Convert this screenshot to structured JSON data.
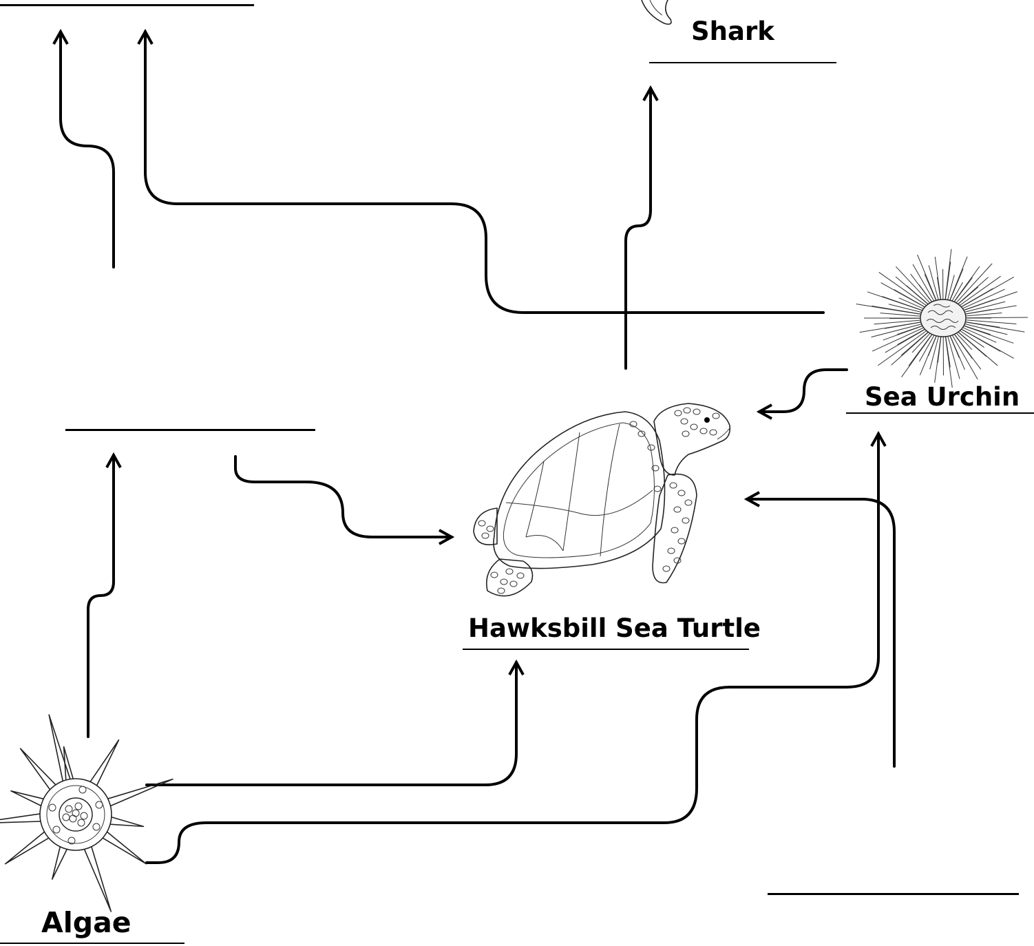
{
  "organisms": {
    "shark": {
      "label": "Shark",
      "icon": "shark-icon"
    },
    "sea_urchin": {
      "label": "Sea Urchin",
      "icon": "sea-urchin-icon"
    },
    "turtle": {
      "label": "Hawksbill Sea Turtle",
      "icon": "hawksbill-turtle-icon"
    },
    "algae": {
      "label": "Algae",
      "icon": "algae-icon"
    }
  },
  "blank_labels": [
    {
      "id": "top-left",
      "value": ""
    },
    {
      "id": "middle-left",
      "value": ""
    },
    {
      "id": "bottom-right",
      "value": ""
    }
  ],
  "colors": {
    "ink": "#000000",
    "background": "#ffffff"
  }
}
